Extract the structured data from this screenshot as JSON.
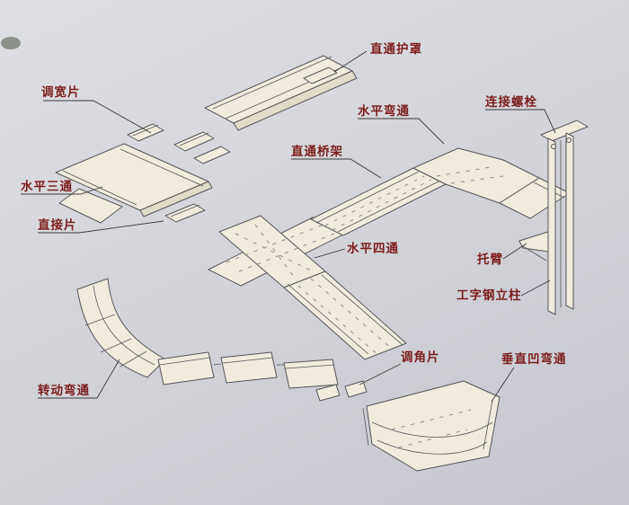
{
  "colors": {
    "background": "#d5d6db",
    "part_fill": "#f0ebdd",
    "line": "#55555a",
    "label_text": "#7c1d1d",
    "hatch": "#8d8d8d"
  },
  "labels": {
    "zhitong_huzhao": "直通护罩",
    "tiaokuanpian": "调宽片",
    "shuiping_wantong": "水平弯通",
    "lianjie_luoshuan": "连接螺栓",
    "zhitong_qiaojia": "直通桥架",
    "shuiping_santong": "水平三通",
    "zhijiepian": "直接片",
    "shuiping_sitong": "水平四通",
    "tuobi": "托臂",
    "gongzigang_lizhu": "工字钢立柱",
    "tiaojiaopian": "调角片",
    "chuizhi_aowantong": "垂直凹弯通",
    "zhuandong_wantong": "转动弯通"
  }
}
